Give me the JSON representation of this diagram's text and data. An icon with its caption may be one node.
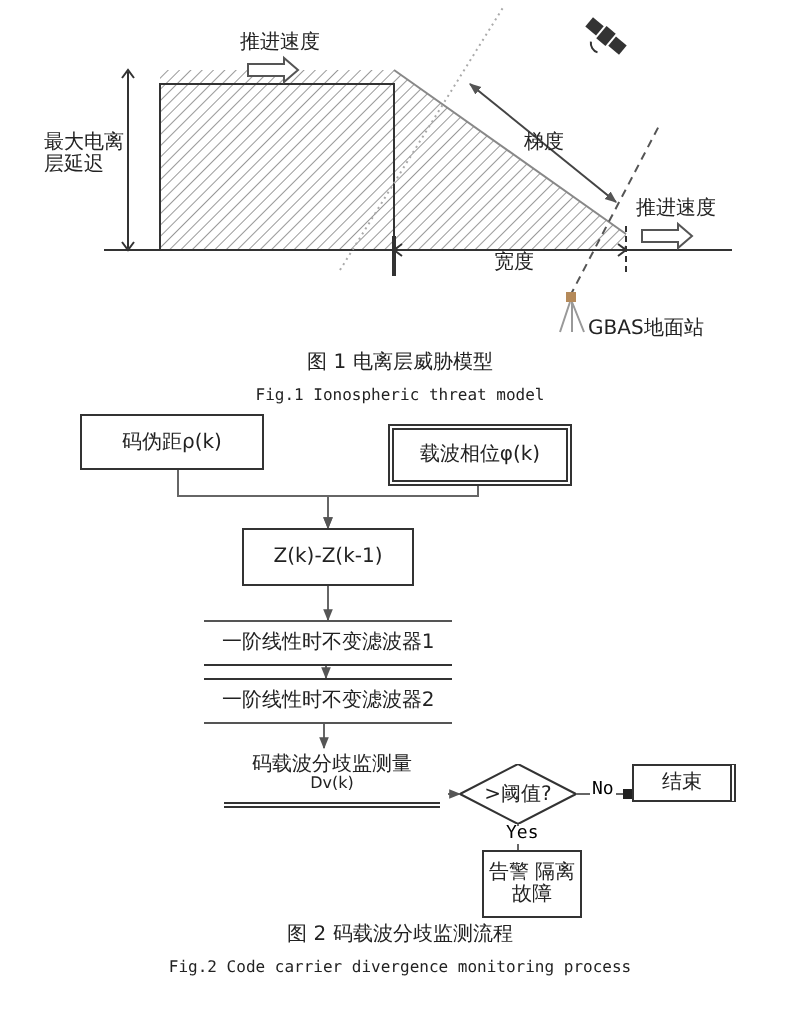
{
  "diagram": {
    "nodes": [
      {
        "text": [
          "码伪距ρ(k)"
        ]
      },
      {
        "text": [
          "载波相位φ(k)"
        ]
      },
      {
        "text": [
          "Z(k)-Z(k-1)"
        ]
      },
      {
        "text": [
          "一阶线性时不变滤波器1"
        ]
      },
      {
        "text": [
          "一阶线性时不变滤波器2"
        ]
      },
      {
        "text": [
          "码载波分歧监测量",
          "Dv(k)"
        ]
      },
      {
        "text": [
          ">阈值?"
        ]
      },
      {
        "text": [
          "结束"
        ]
      },
      {
        "text": [
          "告警 隔离故障"
        ]
      }
    ],
    "edges": [
      {
        "from": 0,
        "to": 2,
        "arrow": "to"
      },
      {
        "from": 1,
        "to": 2,
        "arrow": "to"
      },
      {
        "from": 2,
        "to": 3,
        "arrow": "to"
      },
      {
        "from": 3,
        "to": 4,
        "arrow": "to"
      },
      {
        "from": 4,
        "to": 5,
        "arrow": "to"
      },
      {
        "from": 5,
        "to": 6,
        "arrow": "to"
      },
      {
        "from": 6,
        "to": 7,
        "arrow": "other",
        "label": "No"
      },
      {
        "from": 6,
        "to": 8,
        "arrow": "none",
        "label": "Yes"
      }
    ],
    "labels": [
      "推进速度",
      "最大电离层延迟",
      "梯度",
      "推进速度",
      "宽度",
      "GBAS地面站",
      "图 1 电离层威胁模型",
      "Fig.1 Ionospheric threat model",
      "图 2 码载波分歧监测流程",
      "Fig.2 Code carrier divergence monitoring process"
    ]
  }
}
